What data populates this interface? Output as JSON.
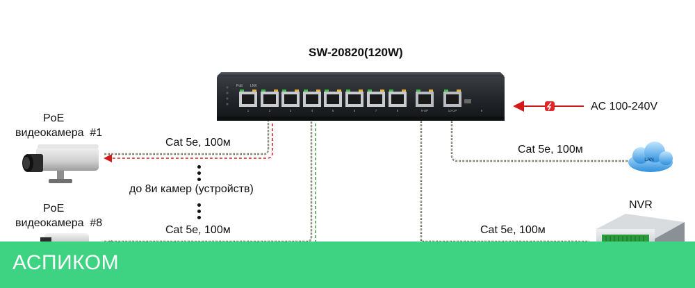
{
  "switch": {
    "model": "SW-20820(120W)",
    "led_labels": [
      "PoE",
      "LNK"
    ],
    "port_numbers": [
      "1",
      "2",
      "3",
      "4",
      "5",
      "6",
      "7",
      "8",
      "9-UP",
      "10-UP",
      "9"
    ]
  },
  "power": {
    "label": "AC 100-240V"
  },
  "cameras": [
    {
      "name": "PoE",
      "sub": "видеокамера  #1"
    },
    {
      "name": "PoE",
      "sub": "видеокамера  #8"
    }
  ],
  "cables": {
    "cam1": "Cat 5e, 100м",
    "cam8": "Cat 5e, 100м",
    "lan": "Cat 5e, 100м",
    "nvr": "Cat 5e, 100м"
  },
  "middle_note": "до 8и камер (устройств)",
  "lan_cloud": "LAN",
  "nvr_label": "NVR",
  "footer": {
    "brand": "АСПИКОМ",
    "color": "#3ed382"
  }
}
